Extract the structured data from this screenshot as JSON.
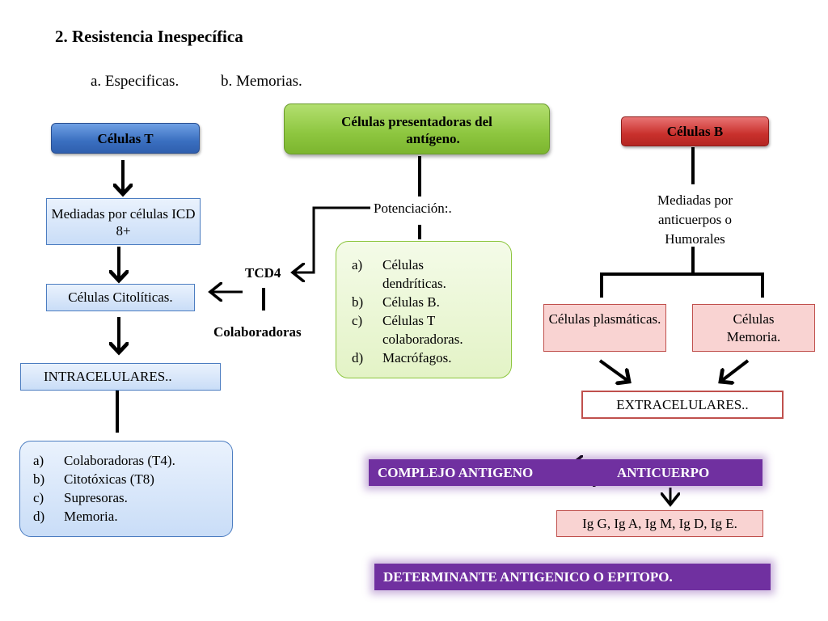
{
  "title": "2. Resistencia Inespecífica",
  "subtitle": {
    "a": "a. Especificas.",
    "b": "b. Memorias."
  },
  "t_cells": {
    "header": "Células T",
    "mediated": "Mediadas por células ICD 8+",
    "cytolytic": "Células Citolíticas.",
    "intracellular": "INTRACELULARES..",
    "types": [
      {
        "marker": "a)",
        "text": "Colaboradoras (T4)."
      },
      {
        "marker": "b)",
        "text": "Citotóxicas (T8)"
      },
      {
        "marker": "c)",
        "text": "Supresoras."
      },
      {
        "marker": "d)",
        "text": "Memoria."
      }
    ]
  },
  "apc": {
    "header_line1": "Células presentadoras del",
    "header_line2": "antígeno.",
    "potentiation": "Potenciación:.",
    "tcd4": "TCD4",
    "collaborators": "Colaboradoras",
    "list": [
      {
        "marker": "a)",
        "text": "Células dendríticas."
      },
      {
        "marker": "b)",
        "text": "Células B."
      },
      {
        "marker": "c)",
        "text": "Células T colaboradoras."
      },
      {
        "marker": "d)",
        "text": "Macrófagos."
      }
    ]
  },
  "b_cells": {
    "header": "Células B",
    "mediated": "Mediadas por anticuerpos o Humorales",
    "plasmatic": "Células plasmáticas.",
    "memory": "Células Memoria.",
    "extracellular": "EXTRACELULARES.."
  },
  "complex": {
    "left": "COMPLEJO ANTIGENO",
    "right": "ANTICUERPO",
    "immunoglobulins": "Ig G, Ig A, Ig M, Ig D, Ig E."
  },
  "determinant": "DETERMINANTE ANTIGENICO O EPITOPO."
}
